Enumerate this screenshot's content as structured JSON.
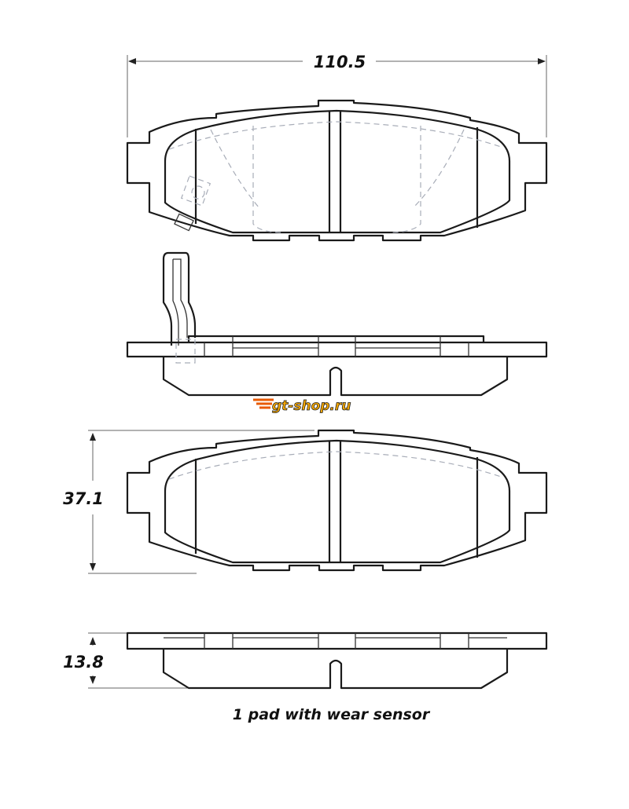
{
  "dimensions": {
    "width": "110.5",
    "height": "37.1",
    "thickness": "13.8"
  },
  "caption": "1 pad with wear sensor",
  "watermark": {
    "logo_text": "gt-shop.ru",
    "colors": {
      "primary": "#f7a800",
      "secondary": "#e85a00"
    }
  }
}
